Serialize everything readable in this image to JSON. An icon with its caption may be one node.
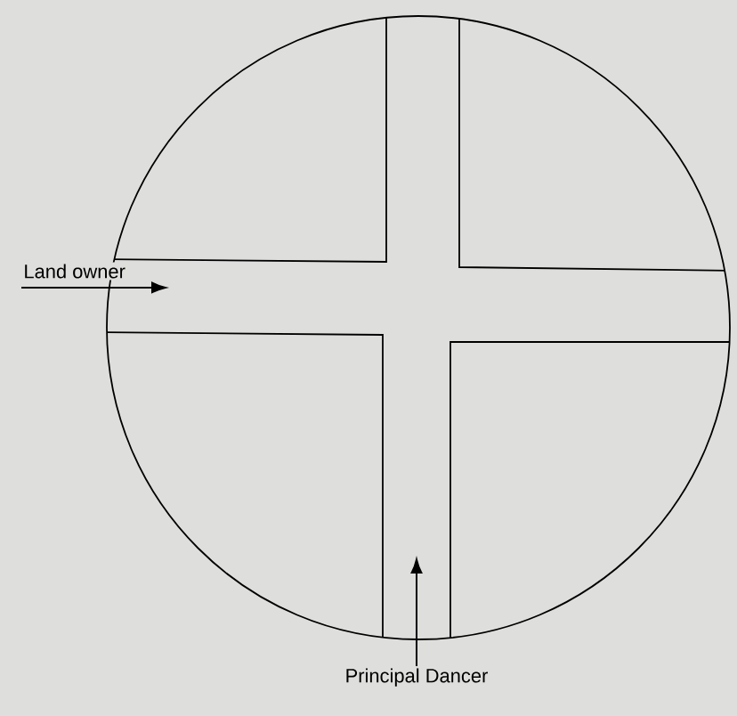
{
  "diagram": {
    "nodes": [
      {
        "text": [
          "Land owner"
        ]
      },
      {
        "text": [
          "Principal Dancer"
        ]
      }
    ],
    "edges": [
      {
        "from": 0,
        "to": null,
        "arrow": "to"
      },
      {
        "from": 1,
        "to": null,
        "arrow": "to"
      }
    ]
  }
}
